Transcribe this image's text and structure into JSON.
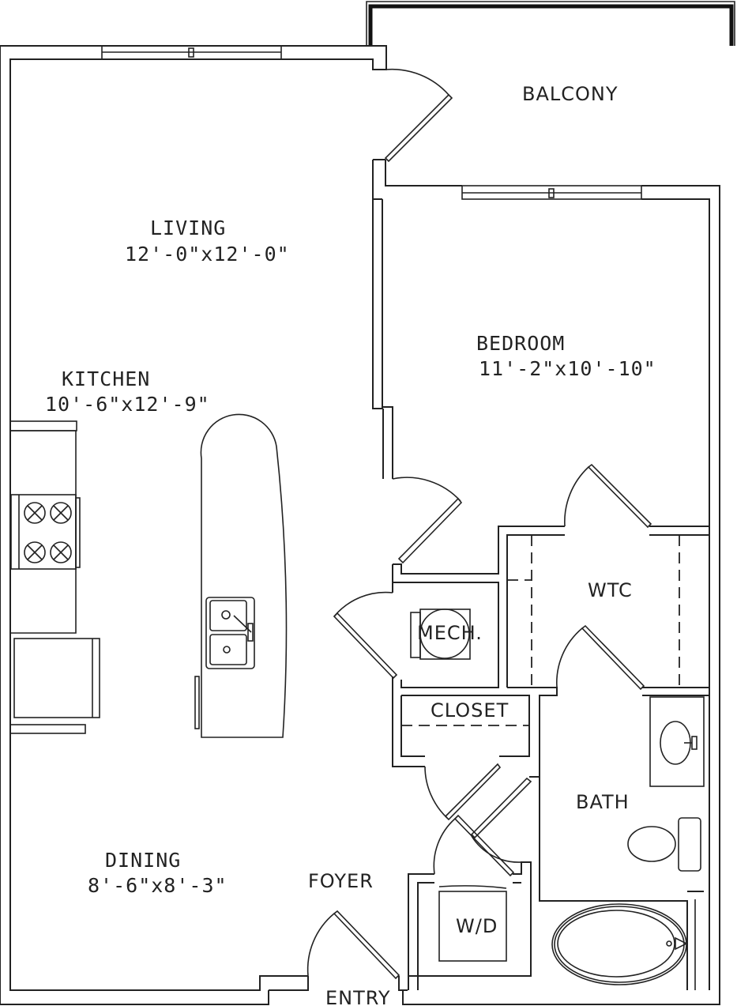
{
  "plan": {
    "rooms": {
      "balcony": {
        "name": "BALCONY"
      },
      "living": {
        "name": "LIVING",
        "size": "12'-0\"x12'-0\""
      },
      "kitchen": {
        "name": "KITCHEN",
        "size": "10'-6\"x12'-9\""
      },
      "bedroom": {
        "name": "BEDROOM",
        "size": "11'-2\"x10'-10\""
      },
      "wtc": {
        "name": "WTC"
      },
      "mech": {
        "name": "MECH."
      },
      "closet": {
        "name": "CLOSET"
      },
      "bath": {
        "name": "BATH"
      },
      "dining": {
        "name": "DINING",
        "size": "8'-6\"x8'-3\""
      },
      "foyer": {
        "name": "FOYER"
      },
      "wd": {
        "name": "W/D"
      },
      "entry": {
        "name": "ENTRY"
      }
    },
    "colors": {
      "line": "#222222",
      "background": "#ffffff"
    }
  }
}
